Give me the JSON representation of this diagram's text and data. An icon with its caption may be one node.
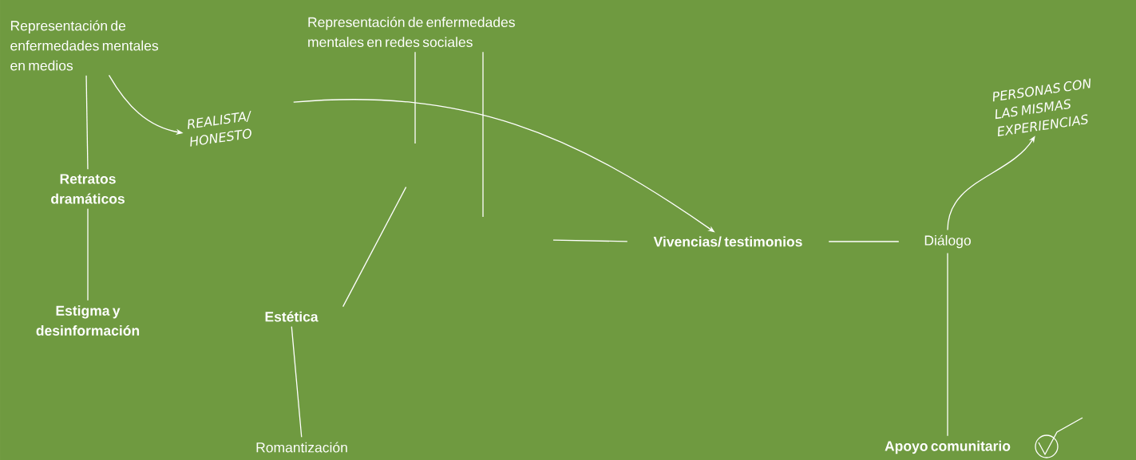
{
  "diagram": {
    "nodes": [
      {
        "text": [
          "Representación de enfermedades mentales en medios"
        ]
      },
      {
        "text": [
          "Retratos dramáticos"
        ]
      },
      {
        "text": [
          "Estigma y desinformación"
        ]
      },
      {
        "text": [
          "REALISTA/ HONESTO"
        ]
      },
      {
        "text": [
          "Representación de enfermedades mentales en redes sociales"
        ]
      },
      {
        "text": [
          "Estética"
        ]
      },
      {
        "text": [
          "Romantización"
        ]
      },
      {
        "text": [
          "Vivencias/ testimonios"
        ]
      },
      {
        "text": [
          "Diálogo"
        ]
      },
      {
        "text": [
          "Apoyo comunitario"
        ]
      },
      {
        "text": [
          "PERSONAS CON LAS MISMAS EXPERIENCIAS"
        ]
      }
    ],
    "edges": [
      {
        "from": 0,
        "to": 1,
        "arrow": "none"
      },
      {
        "from": 0,
        "to": 3,
        "arrow": "to"
      },
      {
        "from": 1,
        "to": 2,
        "arrow": "none"
      },
      {
        "from": 4,
        "to": null,
        "arrow": "none"
      },
      {
        "from": 4,
        "to": null,
        "arrow": "none"
      },
      {
        "from": null,
        "to": 5,
        "arrow": "none"
      },
      {
        "from": 5,
        "to": 6,
        "arrow": "none"
      },
      {
        "from": 3,
        "to": 7,
        "arrow": "to"
      },
      {
        "from": null,
        "to": 7,
        "arrow": "none"
      },
      {
        "from": 7,
        "to": 8,
        "arrow": "none"
      },
      {
        "from": 8,
        "to": 9,
        "arrow": "none"
      },
      {
        "from": 8,
        "to": 10,
        "arrow": "to"
      }
    ]
  }
}
